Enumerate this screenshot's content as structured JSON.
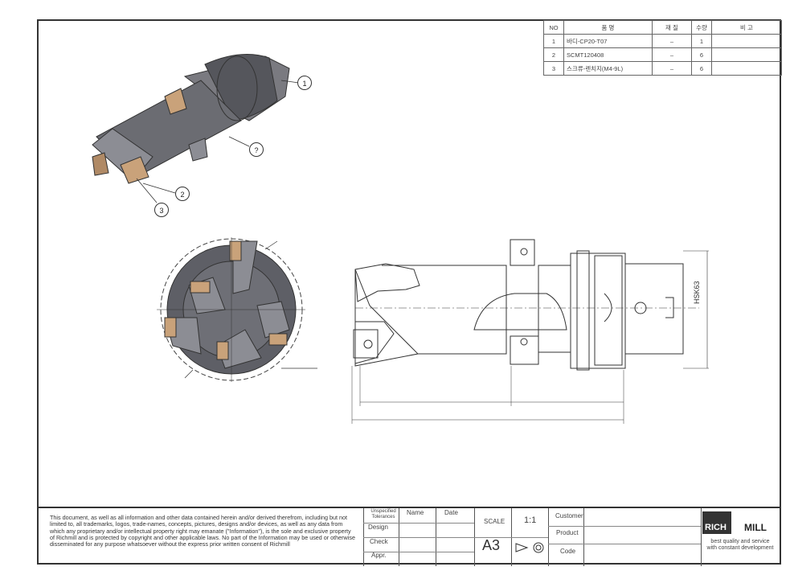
{
  "bom": {
    "headers": [
      "NO",
      "품          명",
      "재  질",
      "수량",
      "비          고"
    ],
    "rows": [
      {
        "no": "1",
        "name": "바디-CP20-T07",
        "material": "–",
        "qty": "1",
        "note": ""
      },
      {
        "no": "2",
        "name": "SCMT120408",
        "material": "–",
        "qty": "6",
        "note": ""
      },
      {
        "no": "3",
        "name": "스크류-렌치지(M4-9L)",
        "material": "–",
        "qty": "6",
        "note": ""
      }
    ]
  },
  "balloons": [
    "1",
    "?",
    "2",
    "3"
  ],
  "dimension_label": "HSK63",
  "title_block": {
    "notice": "This document, as well as all information and other data contained herein and/or derived therefrom, including but not limited to, all trademarks, logos, trade-names, concepts, pictures, designs and/or devices, as well as any data from which any proprietary and/or intellectual property right may emanate (\"Information\"), is the sole and exclusive property of Richmill and is protected by copyright and other applicable laws. No part of the Information may be used or otherwise disseminated for any purpose whatsoever without the express prior written consent of Richmill",
    "tolerances": "Unspecified Tolerances",
    "name_label": "Name",
    "date_label": "Date",
    "design": "Design",
    "check": "Check",
    "appr": "Appr.",
    "scale_label": "SCALE",
    "scale_value": "1:1",
    "sheet_size": "A3",
    "customer": "Customer",
    "product": "Product",
    "code": "Code",
    "logo_left": "RICH",
    "logo_right": "MILL",
    "tagline": "best quality and service with constant development"
  }
}
